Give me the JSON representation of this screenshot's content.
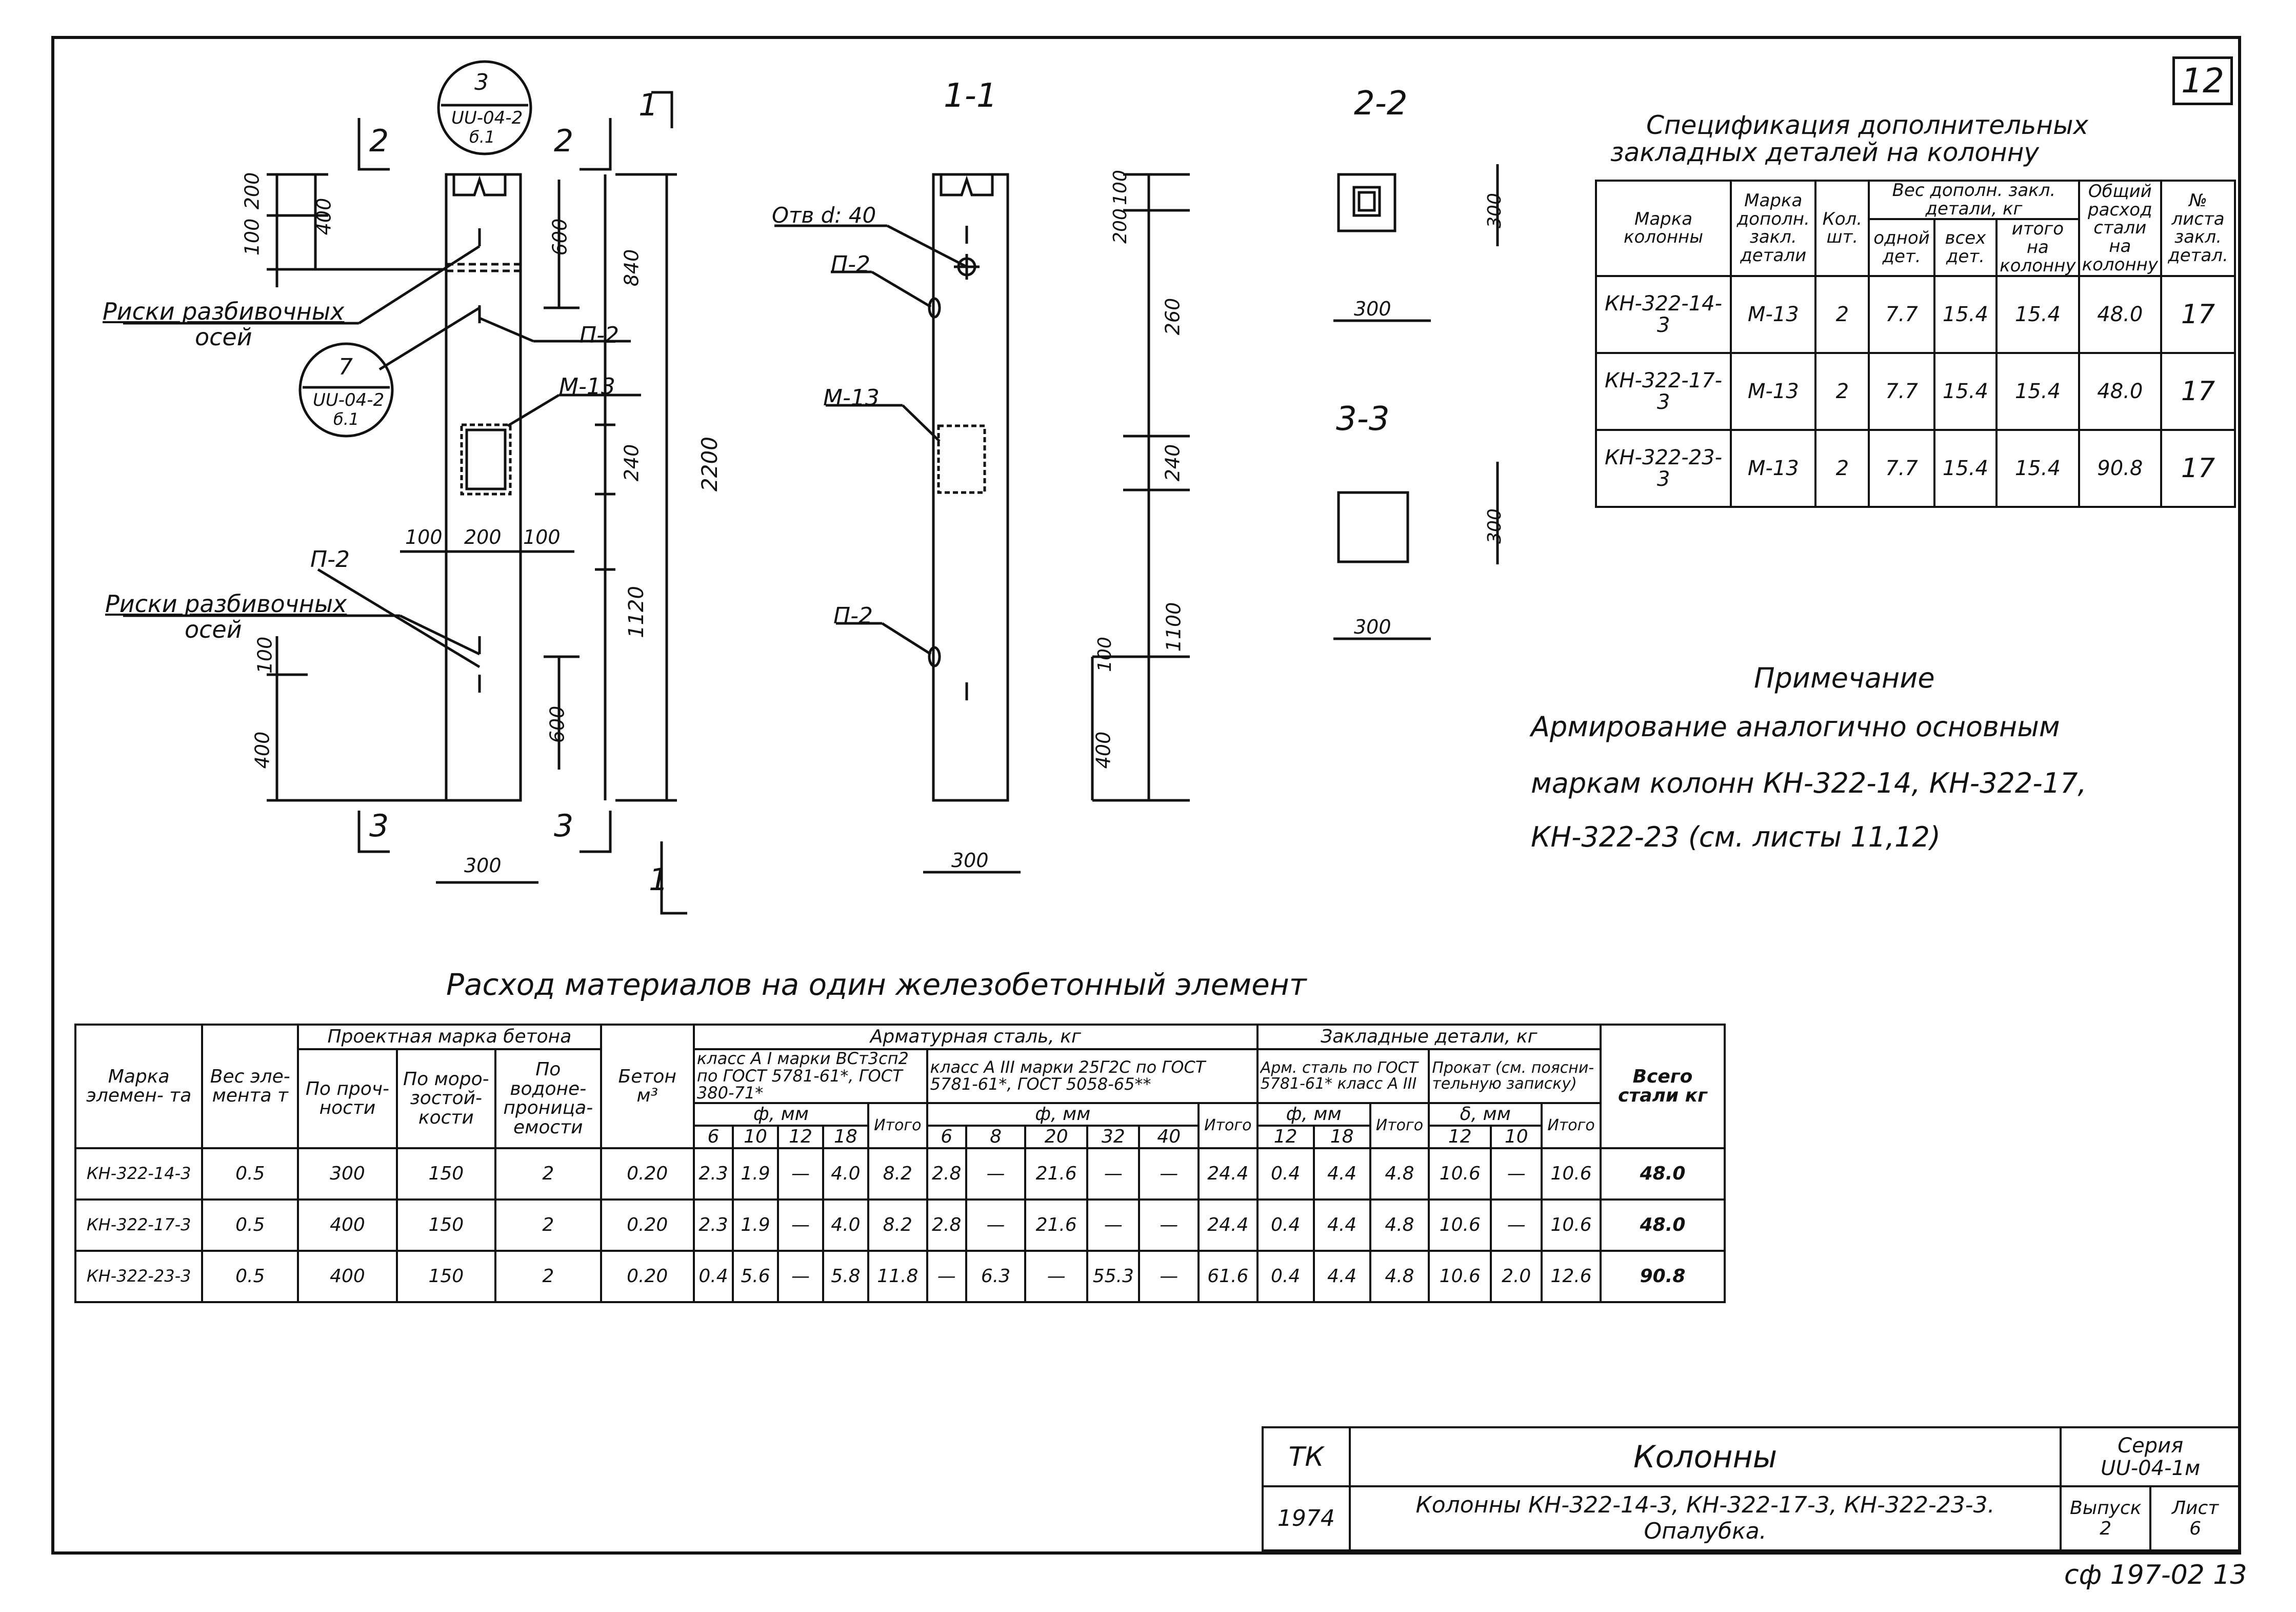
{
  "sheet": {
    "sheet_number": "12",
    "bottom_code": "сф 197-02 13"
  },
  "drawing": {
    "section_markers": {
      "s1_top": "1",
      "s1_bottom": "1",
      "s2_left": "2",
      "s2_right": "2",
      "s3_left": "3",
      "s3_right": "3"
    },
    "section_titles": {
      "s11": "1-1",
      "s22": "2-2",
      "s33": "3-3"
    },
    "callout_top": {
      "num": "3",
      "ref": "UU-04-2",
      "sheet": "б.1"
    },
    "callout_mid": {
      "num": "7",
      "ref": "UU-04-2",
      "sheet": "б.1"
    },
    "labels": {
      "risks1_a": "Риски разбивочных",
      "risks1_b": "осей",
      "risks2_a": "Риски разбивочных",
      "risks2_b": "осей",
      "p2_a": "П-2",
      "p2_b": "П-2",
      "p2_c": "П-2",
      "p2_d": "П-2",
      "m13_a": "М-13",
      "m13_b": "М-13",
      "otv": "Отв d: 40"
    },
    "dims": {
      "d200": "200",
      "d100a": "100",
      "d400a": "400",
      "d600a": "600",
      "d840": "840",
      "d2200": "2200",
      "d240a": "240",
      "d1120": "1120",
      "d100b": "100",
      "d200b": "200",
      "d100c": "100",
      "d100d": "100",
      "d400b": "400",
      "d600b": "600",
      "d300a": "300",
      "d100e": "100",
      "d200c": "200",
      "d260": "260",
      "d240b": "240",
      "d1100": "1100",
      "d100f": "100",
      "d400c": "400",
      "d300b": "300",
      "d300c": "300",
      "d300d": "300",
      "d300e": "300",
      "d300f": "300"
    }
  },
  "spec": {
    "title1": "Спецификация дополнительных",
    "title2": "закладных деталей на колонну",
    "headers": {
      "mark": "Марка колонны",
      "addmark": "Марка дополн. закл. детали",
      "qty": "Кол. шт.",
      "weight": "Вес дополн. закл. детали, кг",
      "w_one": "одной дет.",
      "w_all": "всех дет.",
      "w_total": "итого на колонну",
      "total_steel": "Общий расход стали на колонну",
      "sheet_no": "№ листа закл. детал."
    },
    "rows": [
      {
        "mark": "КН-322-14-3",
        "addmark": "М-13",
        "qty": "2",
        "one": "7.7",
        "all": "15.4",
        "total": "15.4",
        "steel": "48.0",
        "sheet": "17"
      },
      {
        "mark": "КН-322-17-3",
        "addmark": "М-13",
        "qty": "2",
        "one": "7.7",
        "all": "15.4",
        "total": "15.4",
        "steel": "48.0",
        "sheet": "17"
      },
      {
        "mark": "КН-322-23-3",
        "addmark": "М-13",
        "qty": "2",
        "one": "7.7",
        "all": "15.4",
        "total": "15.4",
        "steel": "90.8",
        "sheet": "17"
      }
    ]
  },
  "note": {
    "title": "Примечание",
    "line1": "Армирование аналогично основным",
    "line2": "маркам колонн КН-322-14, КН-322-17,",
    "line3": "КН-322-23 (см. листы 11,12)"
  },
  "materials": {
    "title": "Расход материалов на один железобетонный элемент",
    "headers": {
      "mark": "Марка элемен- та",
      "weight": "Вес эле- мента т",
      "grade": "Проектная марка бетона",
      "strength": "По проч- ности",
      "frost": "По моро- зостой- кости",
      "water": "По водоне- проница- емости",
      "concrete": "Бетон",
      "m3": "м³",
      "rebar": "Арматурная сталь, кг",
      "class1": "класс А I марки ВСт3сп2 по ГОСТ 5781-61*, ГОСТ 380-71*",
      "class3": "класс А III марки 25Г2С по ГОСТ 5781-61*, ГОСТ 5058-65**",
      "phi": "ф, мм",
      "emb": "Закладные детали, кг",
      "emb_arm": "Арм. сталь по ГОСТ 5781-61* класс А III",
      "emb_prof": "Прокат (см. поясни- тельную записку)",
      "delta": "δ, мм",
      "itogo": "Итого",
      "total": "Всего стали кг"
    },
    "d1": [
      "6",
      "10",
      "12",
      "18"
    ],
    "d3": [
      "6",
      "8",
      "20",
      "32",
      "40"
    ],
    "d_arm": [
      "12",
      "18"
    ],
    "d_prof": [
      "12",
      "10"
    ],
    "rows": [
      [
        "КН-322-14-3",
        "0.5",
        "300",
        "150",
        "2",
        "0.20",
        "2.3",
        "1.9",
        "—",
        "4.0",
        "8.2",
        "2.8",
        "—",
        "21.6",
        "—",
        "—",
        "24.4",
        "0.4",
        "4.4",
        "4.8",
        "10.6",
        "—",
        "10.6",
        "48.0"
      ],
      [
        "КН-322-17-3",
        "0.5",
        "400",
        "150",
        "2",
        "0.20",
        "2.3",
        "1.9",
        "—",
        "4.0",
        "8.2",
        "2.8",
        "—",
        "21.6",
        "—",
        "—",
        "24.4",
        "0.4",
        "4.4",
        "4.8",
        "10.6",
        "—",
        "10.6",
        "48.0"
      ],
      [
        "КН-322-23-3",
        "0.5",
        "400",
        "150",
        "2",
        "0.20",
        "0.4",
        "5.6",
        "—",
        "5.8",
        "11.8",
        "—",
        "6.3",
        "—",
        "55.3",
        "—",
        "61.6",
        "0.4",
        "4.4",
        "4.8",
        "10.6",
        "2.0",
        "12.6",
        "90.8"
      ]
    ]
  },
  "stamp": {
    "org": "ТК",
    "year": "1974",
    "title": "Колонны",
    "subtitle1": "Колонны КН-322-14-3, КН-322-17-3, КН-322-23-3.",
    "subtitle2": "Опалубка.",
    "series_label": "Серия",
    "series_value": "UU-04-1м",
    "issue_label": "Выпуск",
    "issue_value": "2",
    "sheet_label": "Лист",
    "sheet_value": "6"
  }
}
